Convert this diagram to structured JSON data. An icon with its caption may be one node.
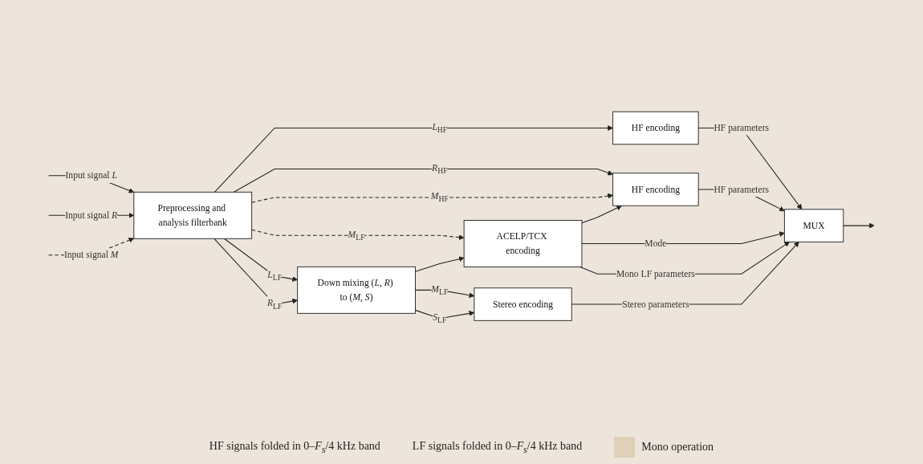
{
  "diagram": {
    "nodes": [
      {
        "text": [
          "Preprocessing and analysis filterbank"
        ]
      },
      {
        "text": [
          "HF encoding"
        ]
      },
      {
        "text": [
          "HF encoding"
        ]
      },
      {
        "text": [
          "ACELP/TCX encoding"
        ]
      },
      {
        "text": [
          "Down mixing (*L*, *R*) to (*M*, *S*)"
        ]
      },
      {
        "text": [
          "Stereo encoding"
        ]
      },
      {
        "text": [
          "MUX"
        ]
      }
    ],
    "edges": [
      {
        "from": null,
        "to": 0,
        "arrow": "to",
        "label": "Input signal *L*"
      },
      {
        "from": null,
        "to": 0,
        "arrow": "to",
        "label": "Input signal *R*"
      },
      {
        "from": null,
        "to": 0,
        "arrow": "to",
        "label": "Input signal *M*",
        "style": "dashed"
      },
      {
        "from": 0,
        "to": 1,
        "arrow": "to",
        "label": "*L*$_{HF}$"
      },
      {
        "from": 0,
        "to": 2,
        "arrow": "to",
        "label": "*R*$_{HF}$"
      },
      {
        "from": 0,
        "to": 2,
        "arrow": "to",
        "label": "*M*$_{HF}$",
        "style": "dashed"
      },
      {
        "from": 0,
        "to": 3,
        "arrow": "to",
        "label": "*M*$_{LF}$",
        "style": "dashed"
      },
      {
        "from": 0,
        "to": 4,
        "arrow": "to",
        "label": "*L*$_{LF}$"
      },
      {
        "from": 0,
        "to": 4,
        "arrow": "to",
        "label": "*R*$_{LF}$"
      },
      {
        "from": 4,
        "to": 3,
        "arrow": "to"
      },
      {
        "from": 4,
        "to": 5,
        "arrow": "to",
        "label": "*M*$_{LF}$"
      },
      {
        "from": 4,
        "to": 5,
        "arrow": "to",
        "label": "*S*$_{LF}$"
      },
      {
        "from": 1,
        "to": 6,
        "arrow": "to",
        "label": "HF parameters"
      },
      {
        "from": 2,
        "to": 6,
        "arrow": "to",
        "label": "HF parameters"
      },
      {
        "from": 3,
        "to": 2,
        "arrow": "to"
      },
      {
        "from": 3,
        "to": 6,
        "arrow": "to",
        "label": "Mode"
      },
      {
        "from": 3,
        "to": 6,
        "arrow": "to",
        "label": "Mono LF parameters"
      },
      {
        "from": 5,
        "to": 6,
        "arrow": "to",
        "label": "Stereo parameters"
      },
      {
        "from": 6,
        "to": null,
        "arrow": "to"
      }
    ],
    "labels": [
      "HF signals folded in 0–*F*$_{s}$/4 kHz band",
      "LF signals folded in 0–*F*$_{s}$/4 kHz band"
    ],
    "legend": [
      {
        "text": "Mono operation",
        "color": "#e0cfb9"
      }
    ]
  }
}
